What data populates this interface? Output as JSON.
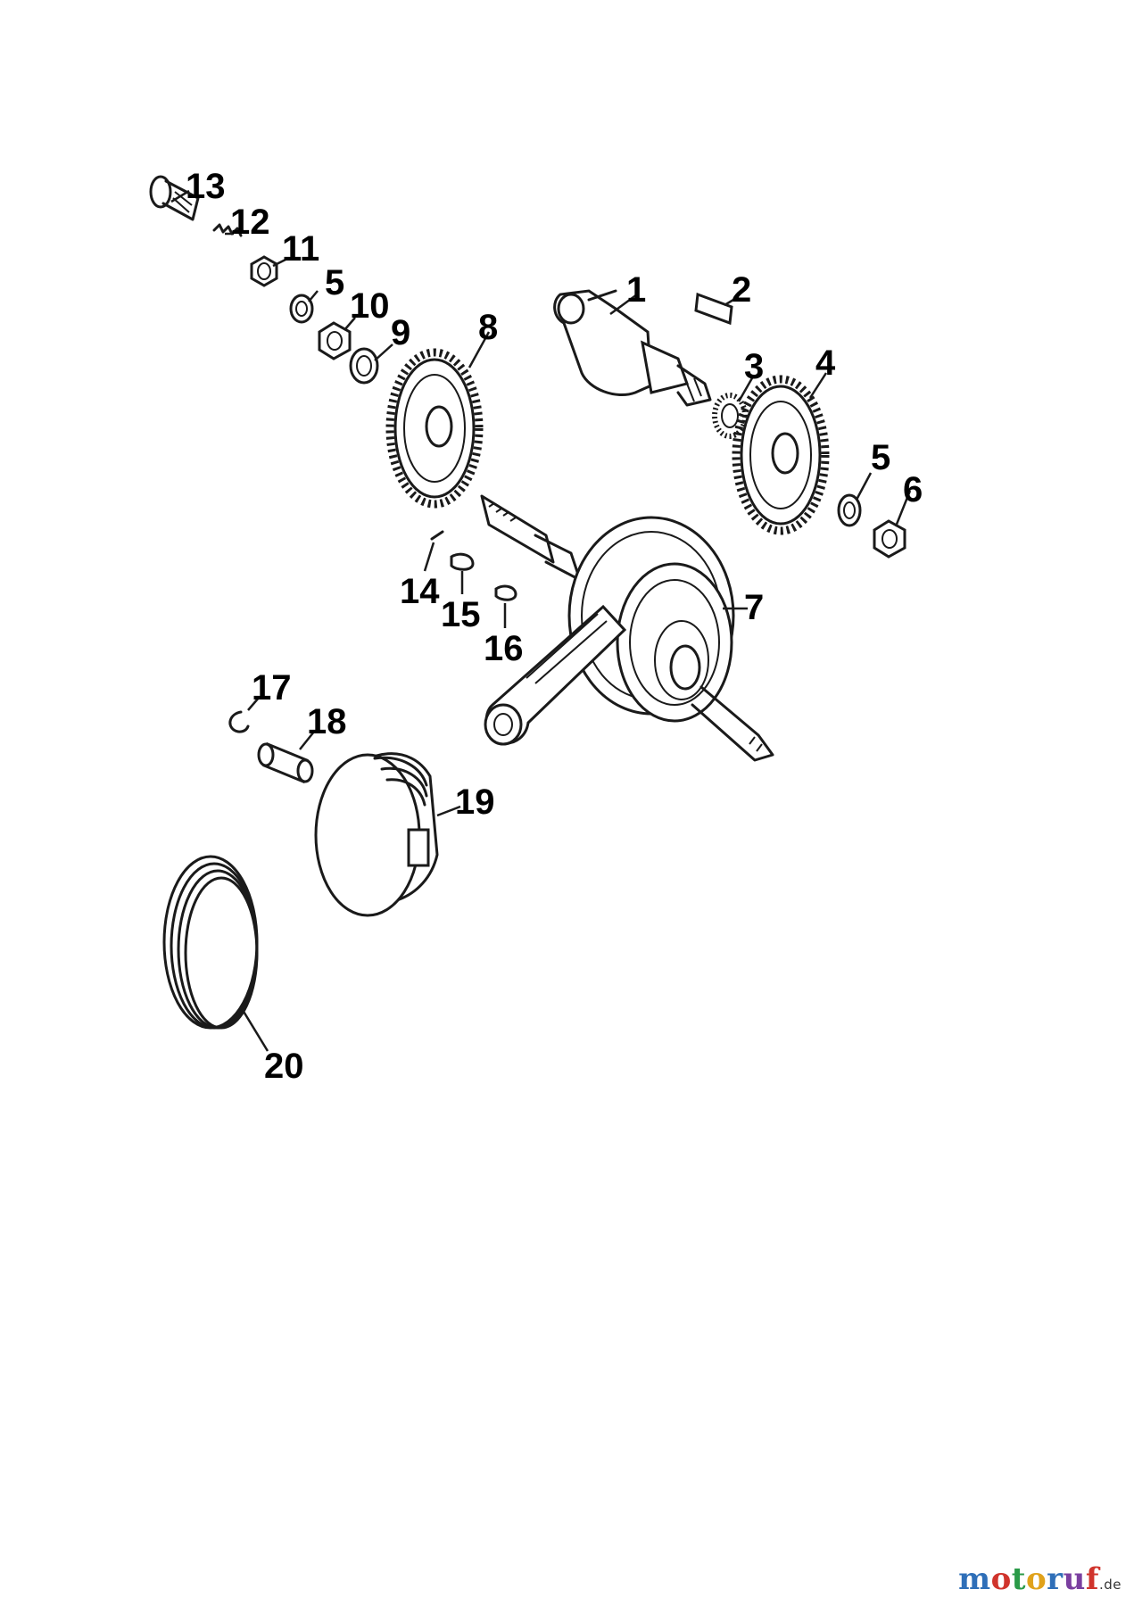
{
  "labels": {
    "p1": "1",
    "p2": "2",
    "p3": "3",
    "p4": "4",
    "p5a": "5",
    "p5b": "5",
    "p6": "6",
    "p7": "7",
    "p8": "8",
    "p9": "9",
    "p10": "10",
    "p11": "11",
    "p12": "12",
    "p13": "13",
    "p14": "14",
    "p15": "15",
    "p16": "16",
    "p17": "17",
    "p18": "18",
    "p19": "19",
    "p20": "20"
  },
  "watermark": {
    "letters": [
      "m",
      "o",
      "t",
      "o",
      "r",
      "u",
      "f"
    ],
    "colors": [
      "#2f6fb8",
      "#d0342c",
      "#2a9a48",
      "#e0a21c",
      "#2f6fb8",
      "#7a3fa0",
      "#d0342c"
    ],
    "suffix": ".de"
  }
}
